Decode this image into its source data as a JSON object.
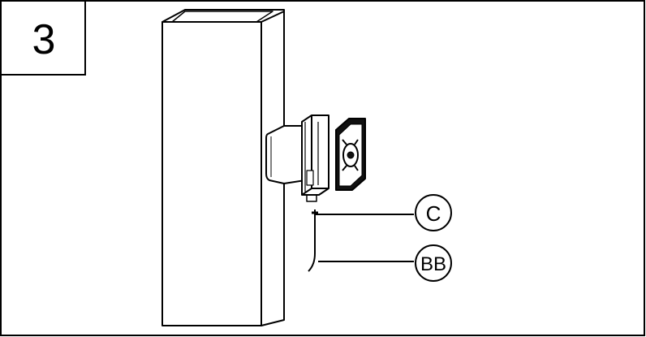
{
  "step": {
    "number": "3"
  },
  "callouts": [
    {
      "id": "callout-c",
      "label": "C"
    },
    {
      "id": "callout-bb",
      "label": "BB"
    }
  ],
  "colors": {
    "stroke": "#000000",
    "fill": "#ffffff",
    "dark": "#111111"
  }
}
